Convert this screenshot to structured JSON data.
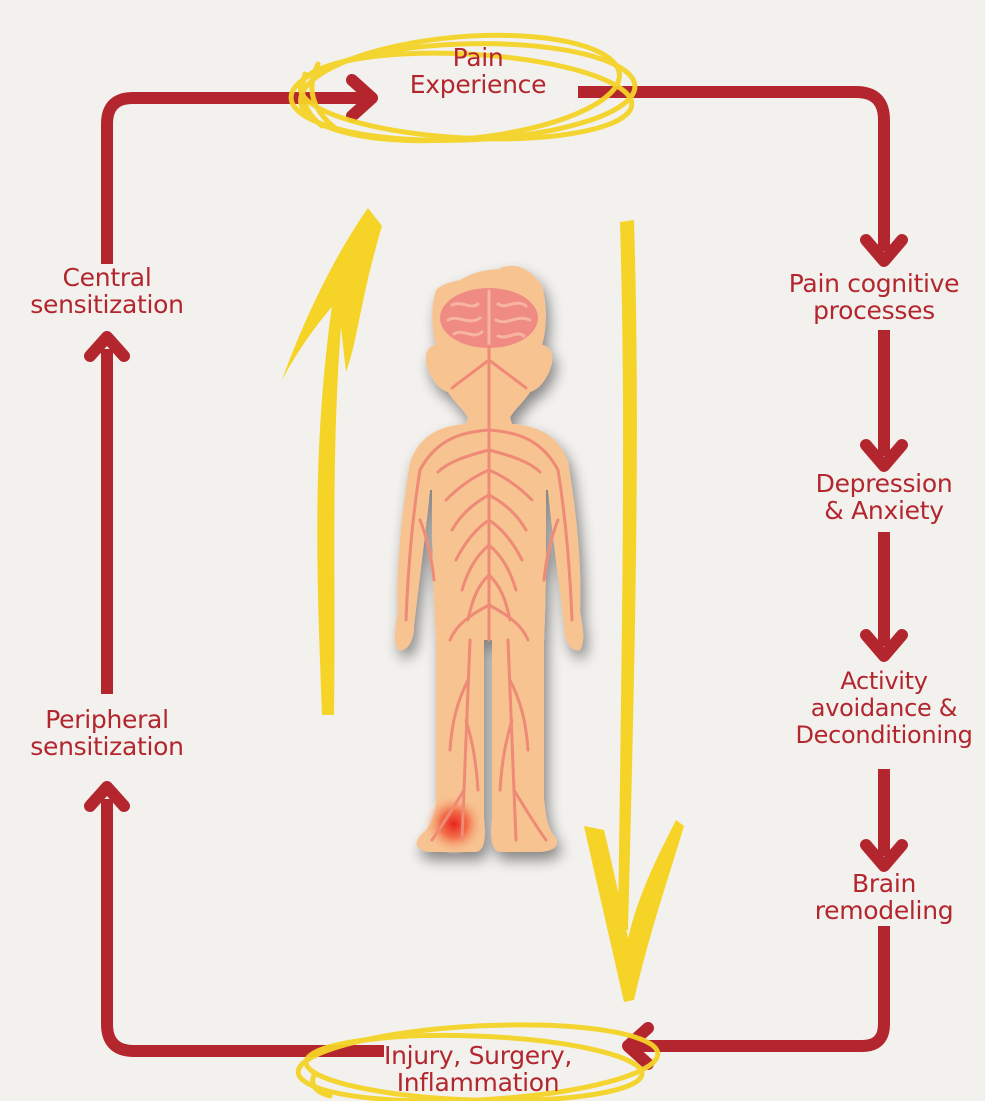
{
  "colors": {
    "background": "#f3f1ee",
    "arrow_red": "#b3262e",
    "highlight_yellow": "#f5d327",
    "skin": "#f7c391",
    "nerve": "#ee8a76",
    "brain": "#ef8b83",
    "pain_spot": "#e8231e"
  },
  "nodes": {
    "pain_experience": {
      "line1": "Pain",
      "line2": "Experience"
    },
    "pain_cognitive": {
      "line1": "Pain cognitive",
      "line2": "processes"
    },
    "depression": {
      "line1": "Depression",
      "line2": "& Anxiety"
    },
    "activity": {
      "line1": "Activity",
      "line2": "avoidance &",
      "line3": "Deconditioning"
    },
    "brain_remodeling": {
      "line1": "Brain",
      "line2": "remodeling"
    },
    "injury": {
      "line1": "Injury, Surgery,",
      "line2": "Inflammation"
    },
    "peripheral": {
      "line1": "Peripheral",
      "line2": "sensitization"
    },
    "central": {
      "line1": "Central",
      "line2": "sensitization"
    }
  }
}
